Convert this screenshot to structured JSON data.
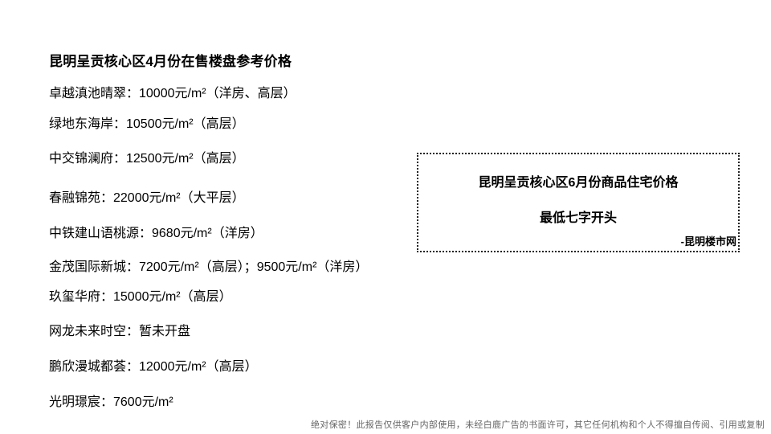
{
  "page": {
    "title": "昆明呈贡核心区4月份在售楼盘参考价格"
  },
  "listings": [
    {
      "text": "卓越滇池晴翠：10000元/m²（洋房、高层）"
    },
    {
      "text": "绿地东海岸：10500元/m²（高层）"
    },
    {
      "text": "中交锦澜府：12500元/m²（高层）"
    },
    {
      "text": "春融锦苑：22000元/m²（大平层）"
    },
    {
      "text": "中铁建山语桃源：9680元/m²（洋房）"
    },
    {
      "text": "金茂国际新城：7200元/m²（高层）；9500元/m²（洋房）"
    },
    {
      "text": "玖玺华府：15000元/m²（高层）"
    },
    {
      "text": "网龙未来时空：暂未开盘"
    },
    {
      "text": "鹏欣漫城都荟：12000元/m²（高层）"
    },
    {
      "text": "光明璟宸：7600元/m²"
    }
  ],
  "callout": {
    "title": "昆明呈贡核心区6月份商品住宅价格",
    "subtitle": "最低七字开头",
    "source": "-昆明楼市网"
  },
  "footer": {
    "disclaimer": "绝对保密！此报告仅供客户内部使用，未经白鹿广告的书面许可，其它任何机构和个人不得擅自传阅、引用或复制"
  },
  "colors": {
    "text": "#000000",
    "footer_text": "#666666",
    "border": "#222222",
    "background": "#ffffff"
  }
}
